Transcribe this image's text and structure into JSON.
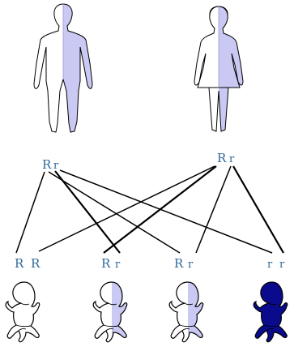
{
  "parents": [
    {
      "id": "father",
      "figure": "male-figure",
      "genotype": [
        "R",
        "r"
      ],
      "shading": "half"
    },
    {
      "id": "mother",
      "figure": "female-figure",
      "genotype": [
        "R",
        "r"
      ],
      "shading": "half"
    }
  ],
  "offspring": [
    {
      "genotype": [
        "R",
        "R"
      ],
      "shading": "none"
    },
    {
      "genotype": [
        "R",
        "r"
      ],
      "shading": "half"
    },
    {
      "genotype": [
        "R",
        "r"
      ],
      "shading": "half"
    },
    {
      "genotype": [
        "r",
        "r"
      ],
      "shading": "full"
    }
  ],
  "colors": {
    "text": "#2f6a9c",
    "half_shade": "#c9c9f3",
    "full_shade": "#0a0a8c",
    "outline": "#000000",
    "background": "#ffffff"
  }
}
